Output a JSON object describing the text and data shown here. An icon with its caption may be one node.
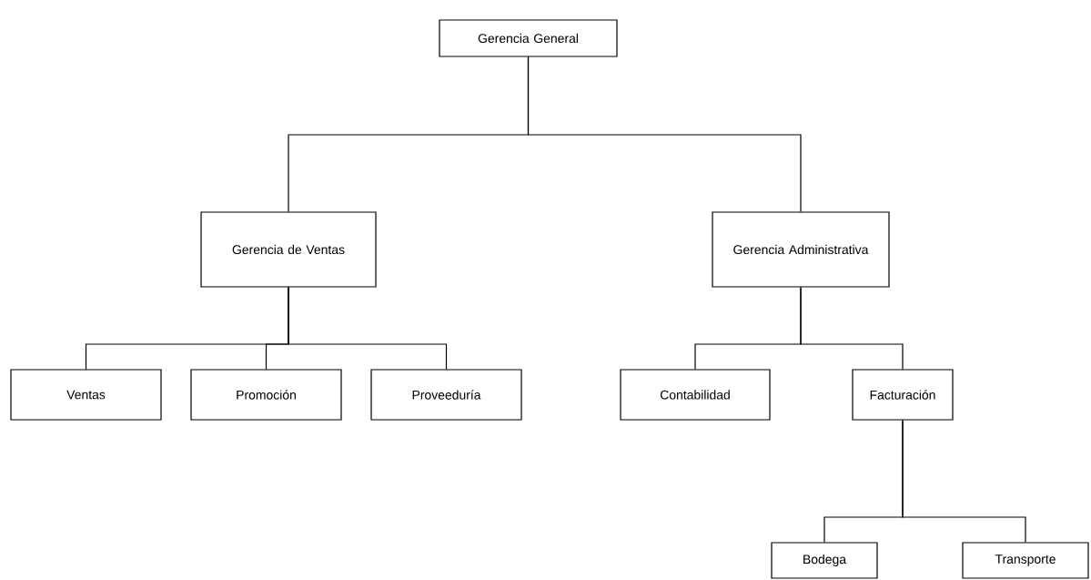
{
  "diagram": {
    "nodes": [
      {
        "text": [
          "Gerencia General"
        ]
      },
      {
        "text": [
          "Gerencia de Ventas"
        ]
      },
      {
        "text": [
          "Gerencia Administrativa"
        ]
      },
      {
        "text": [
          "Ventas"
        ]
      },
      {
        "text": [
          "Promoción"
        ]
      },
      {
        "text": [
          "Proveeduría"
        ]
      },
      {
        "text": [
          "Contabilidad"
        ]
      },
      {
        "text": [
          "Facturación"
        ]
      },
      {
        "text": [
          "Bodega"
        ]
      },
      {
        "text": [
          "Transporte"
        ]
      }
    ],
    "edges": [
      {
        "from": 0,
        "to": 1,
        "arrow": "none"
      },
      {
        "from": 0,
        "to": 2,
        "arrow": "none"
      },
      {
        "from": 1,
        "to": 3,
        "arrow": "none"
      },
      {
        "from": 1,
        "to": 4,
        "arrow": "none"
      },
      {
        "from": 1,
        "to": 5,
        "arrow": "none"
      },
      {
        "from": 2,
        "to": 6,
        "arrow": "none"
      },
      {
        "from": 2,
        "to": 7,
        "arrow": "none"
      },
      {
        "from": 7,
        "to": 8,
        "arrow": "none"
      },
      {
        "from": 7,
        "to": 9,
        "arrow": "none"
      }
    ]
  }
}
